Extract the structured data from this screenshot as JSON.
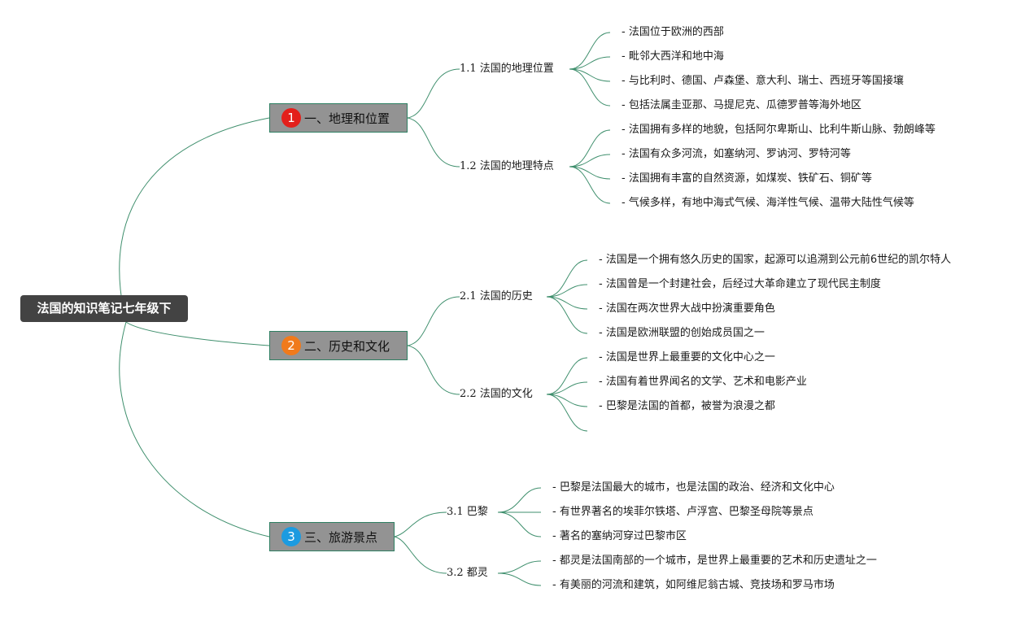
{
  "root": {
    "title": "法国的知识笔记七年级下"
  },
  "branches": [
    {
      "number": "1",
      "color": "#e3201b",
      "title": "一、地理和位置",
      "subtopics": [
        {
          "title": "1.1 法国的地理位置",
          "items": [
            "- 法国位于欧洲的西部",
            "- 毗邻大西洋和地中海",
            "- 与比利时、德国、卢森堡、意大利、瑞士、西班牙等国接壤",
            "- 包括法属圭亚那、马提尼克、瓜德罗普等海外地区"
          ]
        },
        {
          "title": "1.2 法国的地理特点",
          "items": [
            "- 法国拥有多样的地貌，包括阿尔卑斯山、比利牛斯山脉、勃朗峰等",
            "- 法国有众多河流，如塞纳河、罗讷河、罗特河等",
            "- 法国拥有丰富的自然资源，如煤炭、铁矿石、铜矿等",
            "- 气候多样，有地中海式气候、海洋性气候、温带大陆性气候等"
          ]
        }
      ]
    },
    {
      "number": "2",
      "color": "#f07a1c",
      "title": "二、历史和文化",
      "subtopics": [
        {
          "title": "2.1 法国的历史",
          "items": [
            "- 法国是一个拥有悠久历史的国家，起源可以追溯到公元前6世纪的凯尔特人",
            "- 法国曾是一个封建社会，后经过大革命建立了现代民主制度",
            "- 法国在两次世界大战中扮演重要角色",
            "- 法国是欧洲联盟的创始成员国之一"
          ]
        },
        {
          "title": "2.2 法国的文化",
          "items": [
            "- 法国是世界上最重要的文化中心之一",
            "- 法国有着世界闻名的文学、艺术和电影产业",
            "- 巴黎是法国的首都，被誉为浪漫之都",
            ""
          ]
        }
      ]
    },
    {
      "number": "3",
      "color": "#1c9be0",
      "title": "三、旅游景点",
      "subtopics": [
        {
          "title": "3.1 巴黎",
          "items": [
            "- 巴黎是法国最大的城市，也是法国的政治、经济和文化中心",
            "- 有世界著名的埃菲尔铁塔、卢浮宫、巴黎圣母院等景点",
            "- 著名的塞纳河穿过巴黎市区"
          ]
        },
        {
          "title": "3.2 都灵",
          "items": [
            "- 都灵是法国南部的一个城市，是世界上最重要的艺术和历史遗址之一",
            "- 有美丽的河流和建筑，如阿维尼翁古城、竞技场和罗马市场"
          ]
        }
      ]
    }
  ]
}
